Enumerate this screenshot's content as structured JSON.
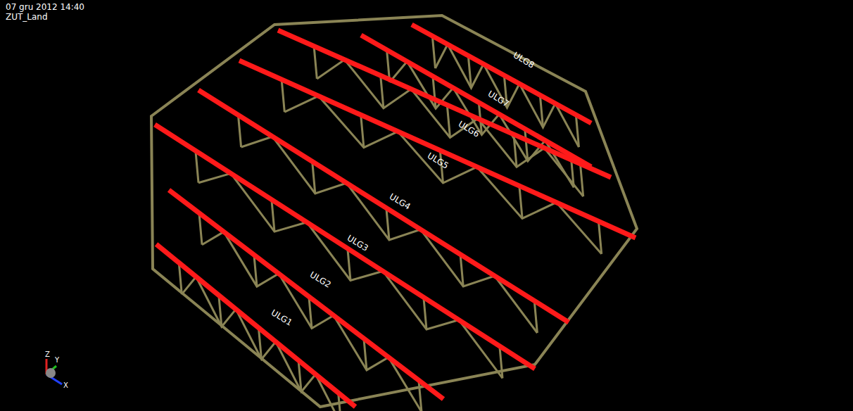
{
  "diagram": {
    "labels": [
      "07 gru 2012 14:40",
      "ZUT_Land",
      "ULG1",
      "ULG2",
      "ULG3",
      "ULG4",
      "ULG5",
      "ULG6",
      "ULG7",
      "ULG8",
      "Z",
      "Y",
      "X"
    ]
  }
}
